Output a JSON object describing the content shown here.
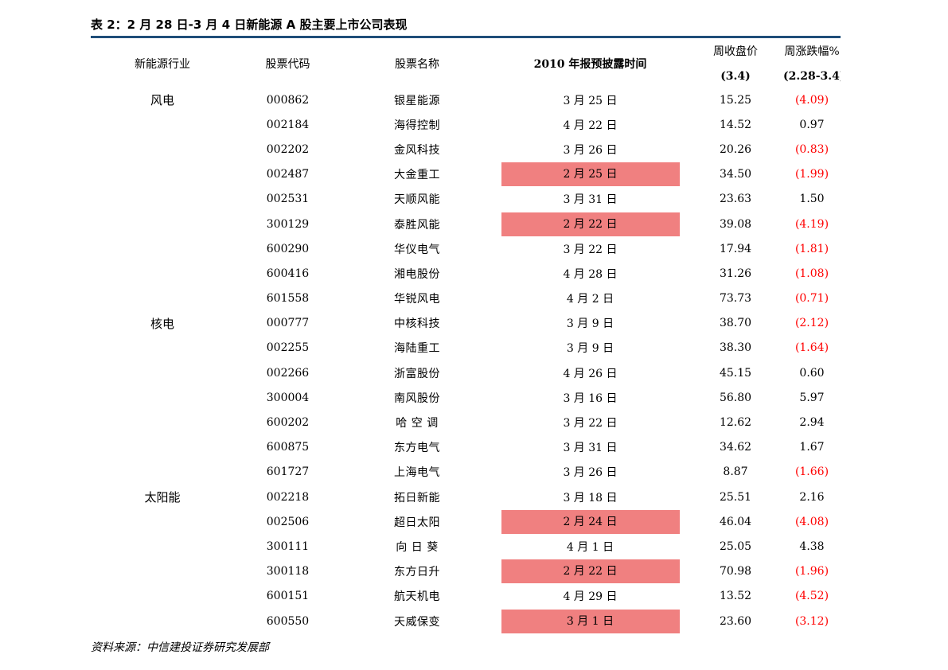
{
  "title": "表 2：2 月 28 日-3 月 4 日新能源 A 股主要上市公司表现",
  "table": {
    "headers": {
      "industry": "新能源行业",
      "code": "股票代码",
      "name": "股票名称",
      "date": "2010 年报预披露时间",
      "close_line1": "周收盘价",
      "close_line2": "(3.4)",
      "change_line1": "周涨跌幅%",
      "change_line2": "(2.28-3.4)"
    },
    "rows": [
      {
        "industry": "风电",
        "code": "000862",
        "name": "银星能源",
        "date": "3 月 25 日",
        "highlight": false,
        "close": "15.25",
        "change": "(4.09)",
        "negative": true
      },
      {
        "industry": "",
        "code": "002184",
        "name": "海得控制",
        "date": "4 月 22 日",
        "highlight": false,
        "close": "14.52",
        "change": "0.97",
        "negative": false
      },
      {
        "industry": "",
        "code": "002202",
        "name": "金风科技",
        "date": "3 月 26 日",
        "highlight": false,
        "close": "20.26",
        "change": "(0.83)",
        "negative": true
      },
      {
        "industry": "",
        "code": "002487",
        "name": "大金重工",
        "date": "2 月 25 日",
        "highlight": true,
        "close": "34.50",
        "change": "(1.99)",
        "negative": true
      },
      {
        "industry": "",
        "code": "002531",
        "name": "天顺风能",
        "date": "3 月 31 日",
        "highlight": false,
        "close": "23.63",
        "change": "1.50",
        "negative": false
      },
      {
        "industry": "",
        "code": "300129",
        "name": "泰胜风能",
        "date": "2 月 22 日",
        "highlight": true,
        "close": "39.08",
        "change": "(4.19)",
        "negative": true
      },
      {
        "industry": "",
        "code": "600290",
        "name": "华仪电气",
        "date": "3 月 22 日",
        "highlight": false,
        "close": "17.94",
        "change": "(1.81)",
        "negative": true
      },
      {
        "industry": "",
        "code": "600416",
        "name": "湘电股份",
        "date": "4 月 28 日",
        "highlight": false,
        "close": "31.26",
        "change": "(1.08)",
        "negative": true
      },
      {
        "industry": "",
        "code": "601558",
        "name": "华锐风电",
        "date": "4 月 2 日",
        "highlight": false,
        "close": "73.73",
        "change": "(0.71)",
        "negative": true
      },
      {
        "industry": "核电",
        "code": "000777",
        "name": "中核科技",
        "date": "3 月 9 日",
        "highlight": false,
        "close": "38.70",
        "change": "(2.12)",
        "negative": true
      },
      {
        "industry": "",
        "code": "002255",
        "name": "海陆重工",
        "date": "3 月 9 日",
        "highlight": false,
        "close": "38.30",
        "change": "(1.64)",
        "negative": true
      },
      {
        "industry": "",
        "code": "002266",
        "name": "浙富股份",
        "date": "4 月 26 日",
        "highlight": false,
        "close": "45.15",
        "change": "0.60",
        "negative": false
      },
      {
        "industry": "",
        "code": "300004",
        "name": "南风股份",
        "date": "3 月 16 日",
        "highlight": false,
        "close": "56.80",
        "change": "5.97",
        "negative": false
      },
      {
        "industry": "",
        "code": "600202",
        "name": "哈 空 调",
        "date": "3 月 22 日",
        "highlight": false,
        "close": "12.62",
        "change": "2.94",
        "negative": false
      },
      {
        "industry": "",
        "code": "600875",
        "name": "东方电气",
        "date": "3 月 31 日",
        "highlight": false,
        "close": "34.62",
        "change": "1.67",
        "negative": false
      },
      {
        "industry": "",
        "code": "601727",
        "name": "上海电气",
        "date": "3 月 26 日",
        "highlight": false,
        "close": "8.87",
        "change": "(1.66)",
        "negative": true
      },
      {
        "industry": "太阳能",
        "code": "002218",
        "name": "拓日新能",
        "date": "3 月 18 日",
        "highlight": false,
        "close": "25.51",
        "change": "2.16",
        "negative": false
      },
      {
        "industry": "",
        "code": "002506",
        "name": "超日太阳",
        "date": "2 月 24 日",
        "highlight": true,
        "close": "46.04",
        "change": "(4.08)",
        "negative": true
      },
      {
        "industry": "",
        "code": "300111",
        "name": "向 日 葵",
        "date": "4 月 1 日",
        "highlight": false,
        "close": "25.05",
        "change": "4.38",
        "negative": false
      },
      {
        "industry": "",
        "code": "300118",
        "name": "东方日升",
        "date": "2 月 22 日",
        "highlight": true,
        "close": "70.98",
        "change": "(1.96)",
        "negative": true
      },
      {
        "industry": "",
        "code": "600151",
        "name": "航天机电",
        "date": "4 月 29 日",
        "highlight": false,
        "close": "13.52",
        "change": "(4.52)",
        "negative": true
      },
      {
        "industry": "",
        "code": "600550",
        "name": "天威保变",
        "date": "3 月 1 日",
        "highlight": true,
        "close": "23.60",
        "change": "(3.12)",
        "negative": true
      }
    ]
  },
  "colors": {
    "rule": "#1f4e79",
    "highlight": "#f08080",
    "negative": "#ff0000"
  },
  "source": "资料来源：中信建投证券研究发展部"
}
